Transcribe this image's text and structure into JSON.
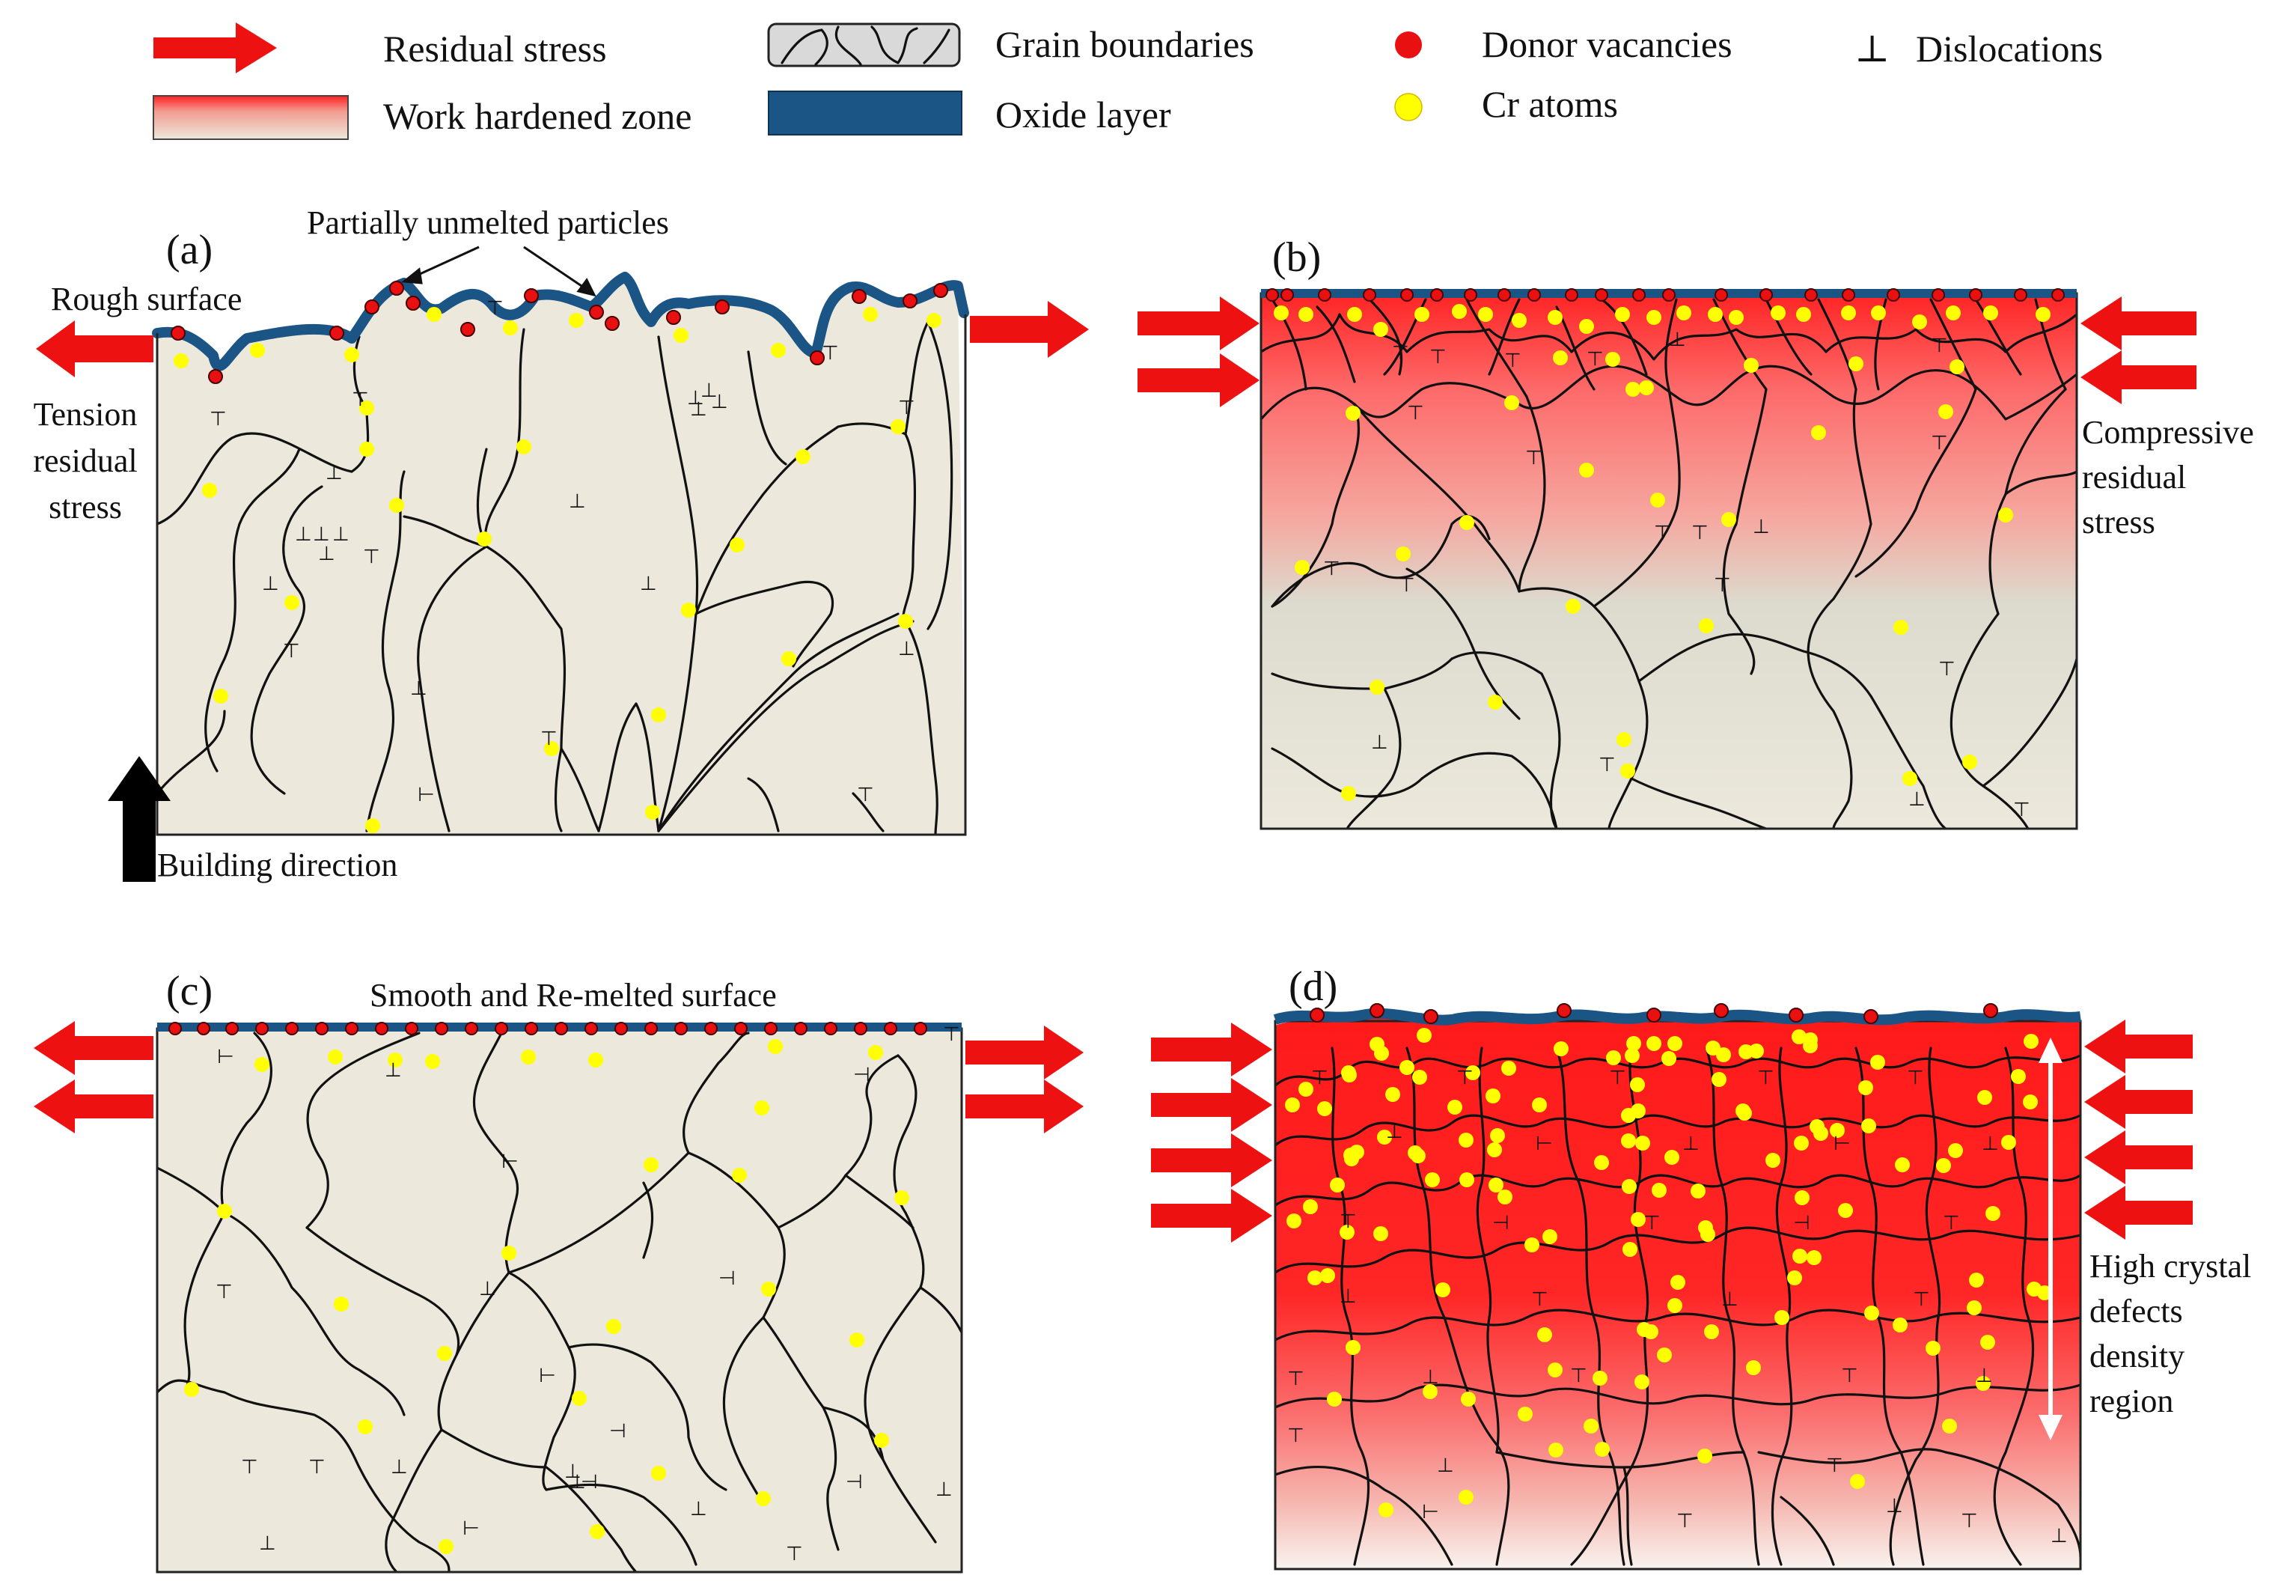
{
  "legend": {
    "residual_stress": "Residual stress",
    "work_hardened_zone": "Work hardened zone",
    "grain_boundaries": "Grain boundaries",
    "oxide_layer": "Oxide layer",
    "donor_vacancies": "Donor vacancies",
    "cr_atoms": "Cr atoms",
    "dislocation_symbol": "⊥",
    "dislocations": "Dislocations"
  },
  "panels": {
    "a": {
      "label": "(a)",
      "partially_unmelted": "Partially unmelted particles",
      "rough_surface": "Rough surface",
      "tension_lines": [
        "Tension",
        "residual",
        "stress"
      ],
      "building_direction": "Building direction"
    },
    "b": {
      "label": "(b)",
      "compressive_lines": [
        "Compressive",
        "residual",
        "stress"
      ]
    },
    "c": {
      "label": "(c)",
      "smooth_surface": "Smooth and Re-melted surface"
    },
    "d": {
      "label": "(d)",
      "high_defect_lines": [
        "High crystal",
        "defects",
        "density",
        "region"
      ]
    }
  },
  "colors": {
    "arrow_red": "#ee1111",
    "oxide_blue": "#1b5585",
    "matrix_beige": "#ece9dc",
    "donor_vacancy": "#e81010",
    "cr_atom": "#ffff00",
    "work_hardened_red": "#ff1e1e"
  },
  "icons": {
    "stress_arrow": "red-arrow-icon",
    "building_arrow": "black-up-arrow-icon",
    "defect_span": "white-double-arrow-icon"
  }
}
